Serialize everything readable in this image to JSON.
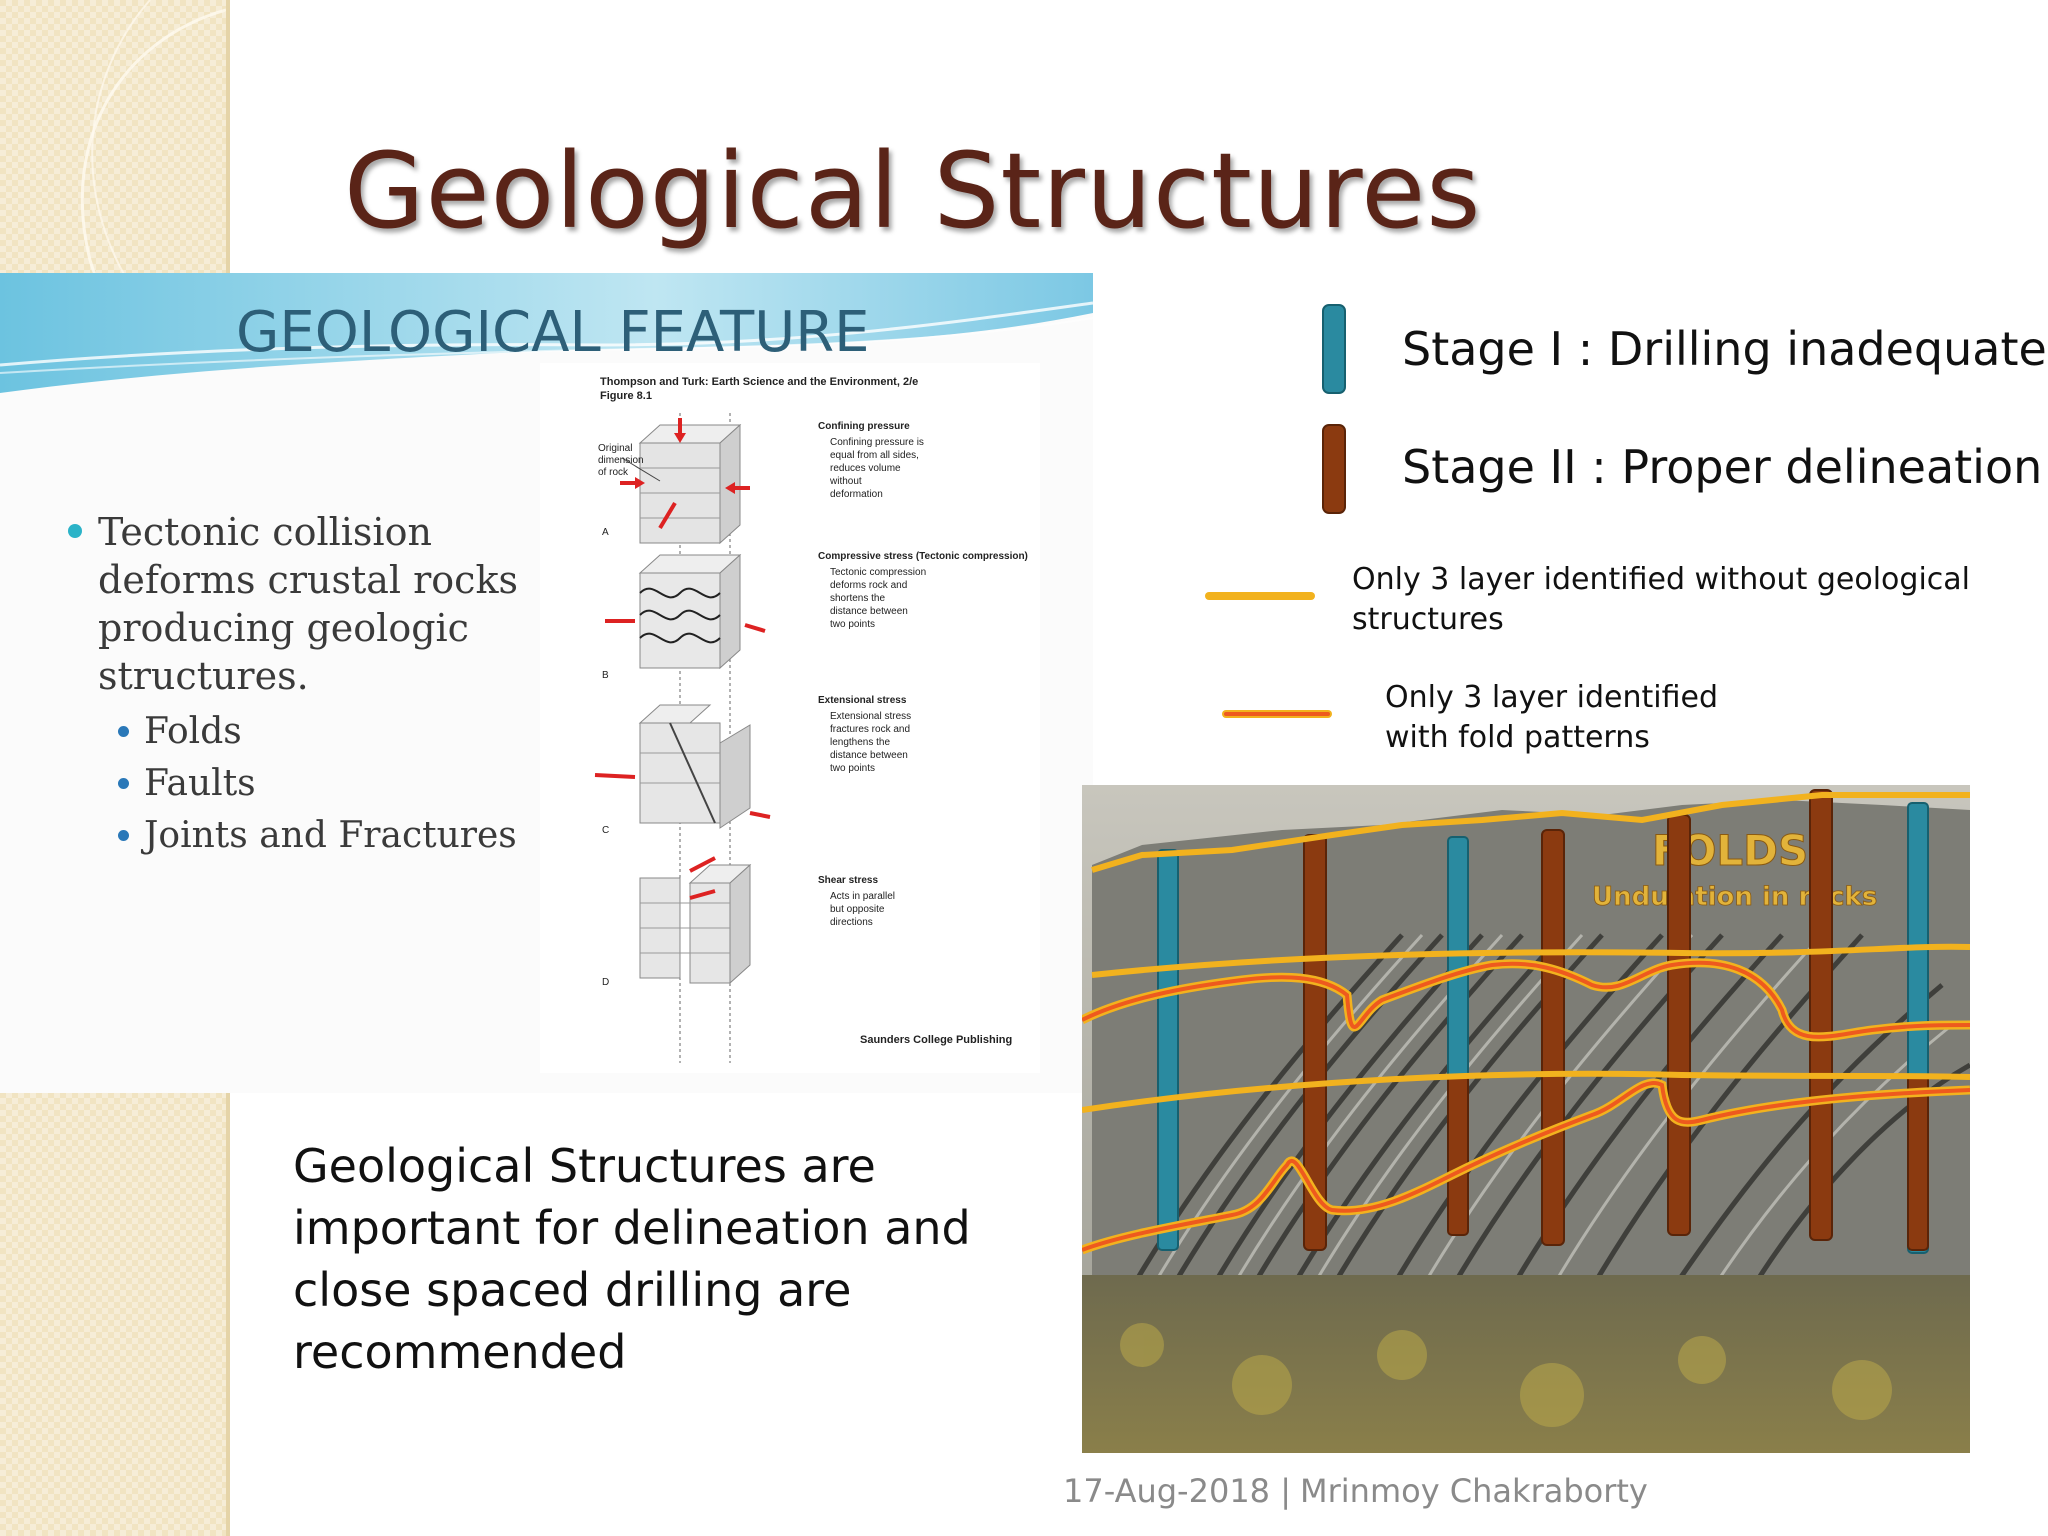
{
  "slide": {
    "title": "Geological Structures",
    "embedded_slide": {
      "heading": "GEOLOGICAL FEATURE",
      "bullet": "Tectonic collision deforms crustal rocks producing geologic structures.",
      "sub_bullets": [
        "Folds",
        "Faults",
        "Joints and Fractures"
      ],
      "figure": {
        "citation": "Thompson and Turk: Earth Science and the Environment, 2/e",
        "figure_number": "Figure 8.1",
        "panels": [
          {
            "letter": "A",
            "heading": "Confining pressure",
            "desc": [
              "Confining pressure is",
              "equal from all sides,",
              "reduces volume",
              "without",
              "deformation"
            ]
          },
          {
            "letter": "B",
            "heading": "Compressive stress (Tectonic compression)",
            "desc": [
              "Tectonic compression",
              "deforms rock and",
              "shortens the",
              "distance between",
              "two points"
            ]
          },
          {
            "letter": "C",
            "heading": "Extensional stress",
            "desc": [
              "Extensional stress",
              "fractures rock and",
              "lengthens the",
              "distance between",
              "two points"
            ]
          },
          {
            "letter": "D",
            "heading": "Shear stress",
            "desc": [
              "Acts in parallel",
              "but opposite",
              "directions"
            ]
          }
        ],
        "original_dimension_label": [
          "Original",
          "dimension",
          "of rock"
        ],
        "publisher": "Saunders College Publishing"
      }
    },
    "body_text": "Geological Structures are important for delineation and close spaced drilling are recommended",
    "legend": {
      "stage1": "Stage I : Drilling  inadequate",
      "stage2": "Stage II : Proper delineation",
      "line1": [
        "Only 3 layer identified  without geological",
        "structures"
      ],
      "line2": [
        "Only 3 layer identified",
        "with fold patterns"
      ]
    },
    "photo_overlay": {
      "title": "FOLDS",
      "subtitle": "Undulation in rocks"
    },
    "footer": {
      "date": "17-Aug-2018 |",
      "author": "Mrinmoy Chakraborty"
    },
    "colors": {
      "title": "#5a2418",
      "stage1_bar": "#2a8aa0",
      "stage2_bar": "#8b3a10",
      "line_yellow": "#f2b21e",
      "line_orange": "#ee5a1e"
    }
  }
}
